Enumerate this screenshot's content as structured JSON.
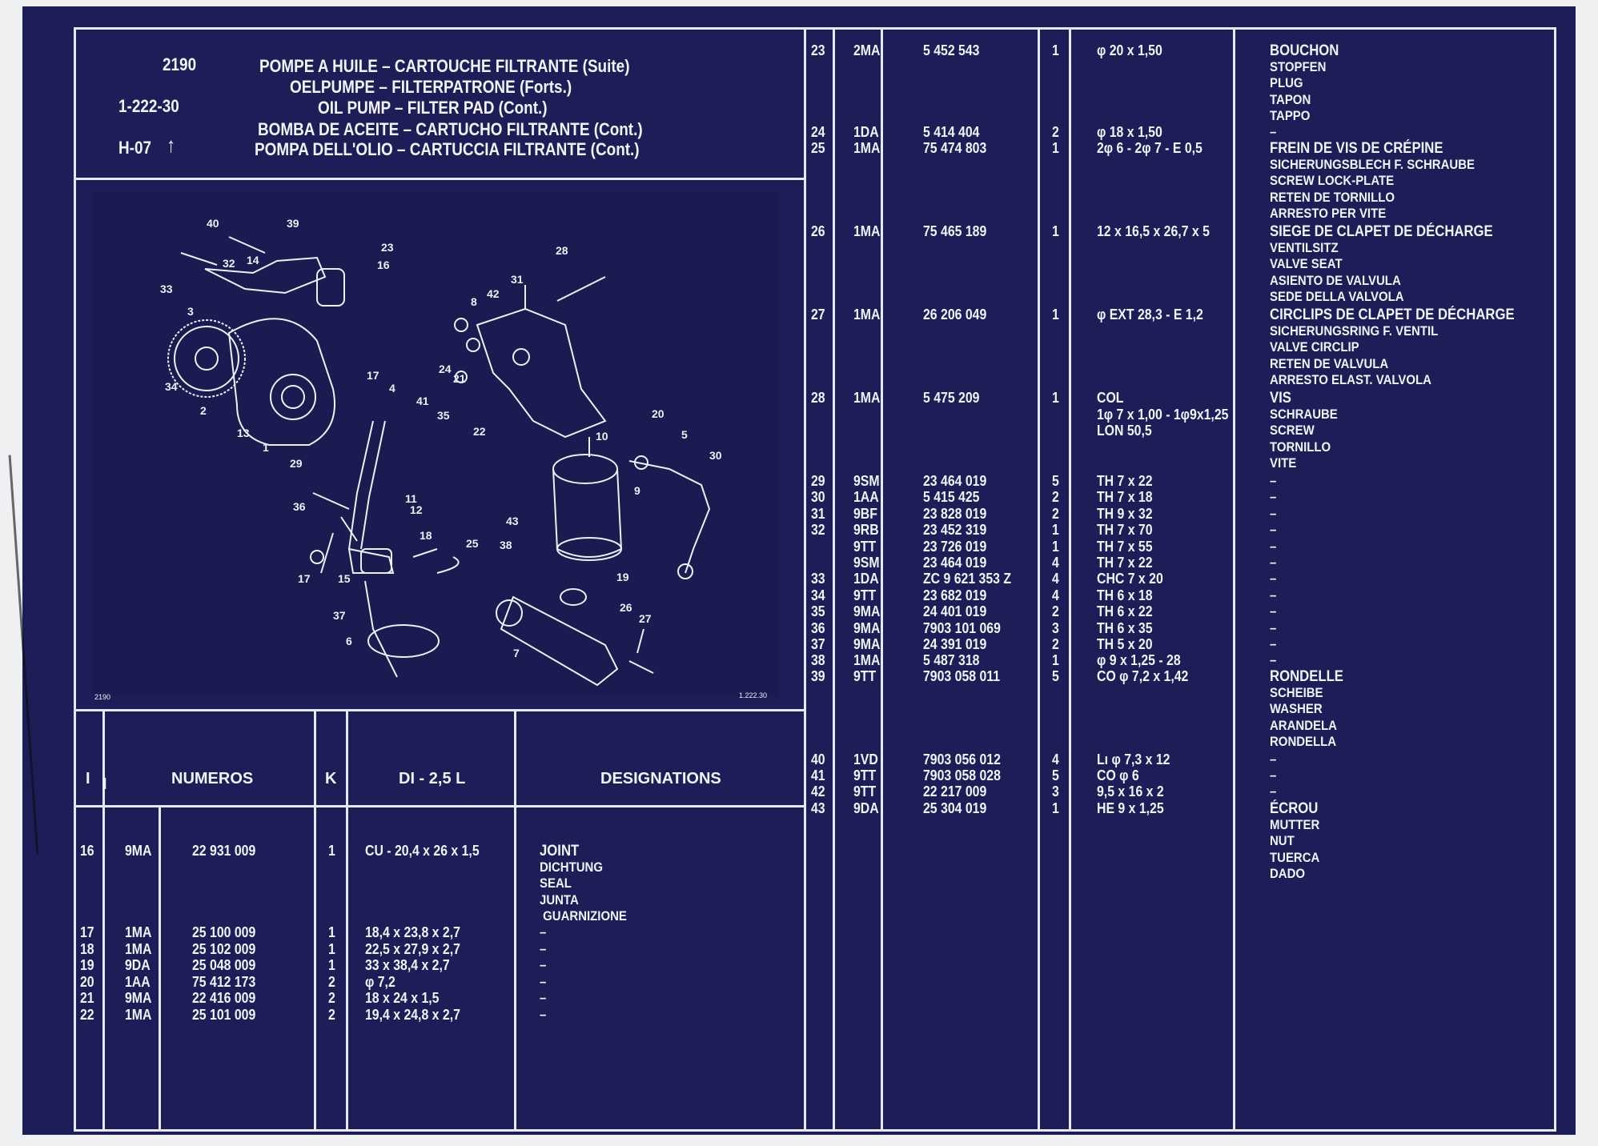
{
  "header": {
    "code": "2190",
    "ref": "1-222-30",
    "page": "H-07",
    "page_arrow": "↑",
    "titles": [
      "POMPE A HUILE – CARTOUCHE FILTRANTE (Suite)",
      "OELPUMPE – FILTERPATRONE (Forts.)",
      "OIL PUMP – FILTER PAD (Cont.)",
      "BOMBA DE ACEITE – CARTUCHO FILTRANTE (Cont.)",
      "POMPA DELL'OLIO – CARTUCCIA FILTRANTE (Cont.)"
    ]
  },
  "diagram": {
    "corner_left": "2190",
    "corner_right": "1.222.30",
    "callouts": [
      "40",
      "39",
      "23",
      "16",
      "32",
      "14",
      "33",
      "3",
      "34",
      "2",
      "13",
      "1",
      "29",
      "17",
      "4",
      "41",
      "35",
      "28",
      "31",
      "42",
      "8",
      "24",
      "21",
      "22",
      "10",
      "20",
      "5",
      "30",
      "9",
      "36",
      "11",
      "12",
      "18",
      "25",
      "43",
      "38",
      "17",
      "15",
      "37",
      "6",
      "7",
      "19",
      "26",
      "27"
    ]
  },
  "table_header": {
    "col_i": "I",
    "col_numeros": "NUMEROS",
    "col_k": "K",
    "col_model": "DI - 2,5 L",
    "col_designations": "DESIGNATIONS"
  },
  "left_rows": [
    {
      "i": "16",
      "code": "9MA",
      "num": "22 931 009",
      "k": "1",
      "spec": "CU - 20,4 x 26 x 1,5",
      "des": [
        "JOINT",
        "DICHTUNG",
        "SEAL",
        "JUNTA",
        " GUARNIZIONE"
      ]
    },
    {
      "i": "17",
      "code": "1MA",
      "num": "25 100 009",
      "k": "1",
      "spec": "18,4 x 23,8 x 2,7",
      "des": [
        "–"
      ]
    },
    {
      "i": "18",
      "code": "1MA",
      "num": "25 102 009",
      "k": "1",
      "spec": "22,5 x 27,9 x 2,7",
      "des": [
        "–"
      ]
    },
    {
      "i": "19",
      "code": "9DA",
      "num": "25 048 009",
      "k": "1",
      "spec": "33 x 38,4 x 2,7",
      "des": [
        "–"
      ]
    },
    {
      "i": "20",
      "code": "1AA",
      "num": "75 412 173",
      "k": "2",
      "spec": "φ 7,2",
      "des": [
        "–"
      ]
    },
    {
      "i": "21",
      "code": "9MA",
      "num": "22 416 009",
      "k": "2",
      "spec": "18 x 24 x 1,5",
      "des": [
        "–"
      ]
    },
    {
      "i": "22",
      "code": "1MA",
      "num": "25 101 009",
      "k": "2",
      "spec": "19,4 x 24,8 x 2,7",
      "des": [
        "–"
      ]
    }
  ],
  "right_rows": [
    {
      "i": "23",
      "code": "2MA",
      "num": "5 452 543",
      "k": "1",
      "spec": [
        "φ 20 x 1,50"
      ],
      "des": [
        "BOUCHON",
        "STOPFEN",
        "PLUG",
        "TAPON",
        "TAPPO"
      ]
    },
    {
      "i": "24",
      "code": "1DA",
      "num": "5 414 404",
      "k": "2",
      "spec": [
        "φ 18 x 1,50"
      ],
      "des": [
        "–"
      ]
    },
    {
      "i": "25",
      "code": "1MA",
      "num": "75 474 803",
      "k": "1",
      "spec": [
        "2φ 6 - 2φ 7 - E 0,5"
      ],
      "des": [
        "FREIN DE VIS DE CRÉPINE",
        "SICHERUNGSBLECH F. SCHRAUBE",
        "SCREW LOCK-PLATE",
        "RETEN DE TORNILLO",
        "ARRESTO PER VITE"
      ]
    },
    {
      "i": "26",
      "code": "1MA",
      "num": "75 465 189",
      "k": "1",
      "spec": [
        "12 x 16,5 x 26,7 x 5"
      ],
      "des": [
        "SIEGE DE CLAPET DE DÉCHARGE",
        "VENTILSITZ",
        "VALVE SEAT",
        "ASIENTO DE VALVULA",
        "SEDE DELLA VALVOLA"
      ]
    },
    {
      "i": "27",
      "code": "1MA",
      "num": "26 206 049",
      "k": "1",
      "spec": [
        "φ EXT 28,3 - E 1,2"
      ],
      "des": [
        "CIRCLIPS DE CLAPET DE DÉCHARGE",
        "SICHERUNGSRING F. VENTIL",
        "VALVE CIRCLIP",
        "RETEN DE VALVULA",
        "ARRESTO ELAST. VALVOLA"
      ]
    },
    {
      "i": "28",
      "code": "1MA",
      "num": "5 475 209",
      "k": "1",
      "spec": [
        "COL",
        "1φ 7 x 1,00 - 1φ9x1,25",
        "LON 50,5"
      ],
      "des": [
        "VIS",
        "SCHRAUBE",
        "SCREW",
        "TORNILLO",
        "VITE"
      ]
    },
    {
      "i": "29",
      "code": "9SM",
      "num": "23 464 019",
      "k": "5",
      "spec": [
        "TH 7 x 22"
      ],
      "des": [
        "–"
      ]
    },
    {
      "i": "30",
      "code": "1AA",
      "num": "5 415 425",
      "k": "2",
      "spec": [
        "TH 7 x 18"
      ],
      "des": [
        "–"
      ]
    },
    {
      "i": "31",
      "code": "9BF",
      "num": "23 828 019",
      "k": "2",
      "spec": [
        "TH 9 x 32"
      ],
      "des": [
        "–"
      ]
    },
    {
      "i": "32",
      "code": "9RB",
      "num": "23 452 319",
      "k": "1",
      "spec": [
        "TH 7 x 70"
      ],
      "des": [
        "–"
      ]
    },
    {
      "i": "",
      "code": "9TT",
      "num": "23 726 019",
      "k": "1",
      "spec": [
        "TH 7 x 55"
      ],
      "des": [
        "–"
      ]
    },
    {
      "i": "",
      "code": "9SM",
      "num": "23 464 019",
      "k": "4",
      "spec": [
        "TH 7 x 22"
      ],
      "des": [
        "–"
      ]
    },
    {
      "i": "33",
      "code": "1DA",
      "num": "ZC 9 621 353 Z",
      "k": "4",
      "spec": [
        "CHC 7 x 20"
      ],
      "des": [
        "–"
      ]
    },
    {
      "i": "34",
      "code": "9TT",
      "num": "23 682 019",
      "k": "4",
      "spec": [
        "TH 6 x 18"
      ],
      "des": [
        "–"
      ]
    },
    {
      "i": "35",
      "code": "9MA",
      "num": "24 401 019",
      "k": "2",
      "spec": [
        "TH 6 x 22"
      ],
      "des": [
        "–"
      ]
    },
    {
      "i": "36",
      "code": "9MA",
      "num": "7903 101 069",
      "k": "3",
      "spec": [
        "TH 6 x 35"
      ],
      "des": [
        "–"
      ]
    },
    {
      "i": "37",
      "code": "9MA",
      "num": "24 391 019",
      "k": "2",
      "spec": [
        "TH 5 x 20"
      ],
      "des": [
        "–"
      ]
    },
    {
      "i": "38",
      "code": "1MA",
      "num": "5 487 318",
      "k": "1",
      "spec": [
        "φ 9 x 1,25 - 28"
      ],
      "des": [
        "–"
      ]
    },
    {
      "i": "39",
      "code": "9TT",
      "num": "7903 058 011",
      "k": "5",
      "spec": [
        "CO φ 7,2 x 1,42"
      ],
      "des": [
        "RONDELLE",
        "SCHEIBE",
        "WASHER",
        "ARANDELA",
        "RONDELLA"
      ]
    },
    {
      "i": "40",
      "code": "1VD",
      "num": "7903 056 012",
      "k": "4",
      "spec": [
        "Lı φ 7,3 x 12"
      ],
      "des": [
        "–"
      ]
    },
    {
      "i": "41",
      "code": "9TT",
      "num": "7903 058 028",
      "k": "5",
      "spec": [
        "CO φ 6"
      ],
      "des": [
        "–"
      ]
    },
    {
      "i": "42",
      "code": "9TT",
      "num": "22 217 009",
      "k": "3",
      "spec": [
        "9,5 x 16 x 2"
      ],
      "des": [
        "–"
      ]
    },
    {
      "i": "43",
      "code": "9DA",
      "num": "25 304 019",
      "k": "1",
      "spec": [
        "HE 9 x 1,25"
      ],
      "des": [
        "ÉCROU",
        "MUTTER",
        "NUT",
        "TUERCA",
        "DADO"
      ]
    }
  ],
  "colors": {
    "background": "#1d1e57",
    "ink": "#f2f3fb",
    "border": "#eef0f2"
  }
}
